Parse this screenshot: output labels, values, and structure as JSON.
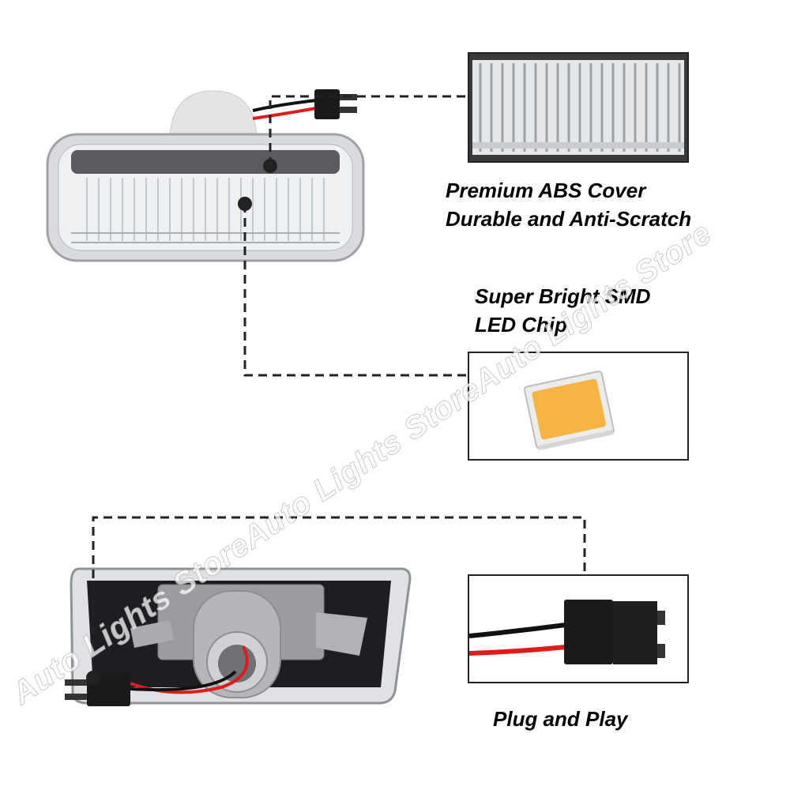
{
  "captions": {
    "cover_line1": "Premium ABS Cover",
    "cover_line2": "Durable and Anti-Scratch",
    "led_line1": "Super Bright SMD",
    "led_line2": "LED Chip",
    "plug": "Plug and Play"
  },
  "watermark": "Auto Lights StoreAuto Lights StoreAuto Lights Store",
  "colors": {
    "led_chip": "#f5b443",
    "wire_red": "#e01b1b",
    "wire_black": "#111111",
    "housing_grey": "#a7a9ad"
  },
  "icons": [
    "side-marker-lamp-front",
    "lens-ribs-closeup",
    "smd-led-chip",
    "side-marker-lamp-back",
    "wire-connector"
  ]
}
